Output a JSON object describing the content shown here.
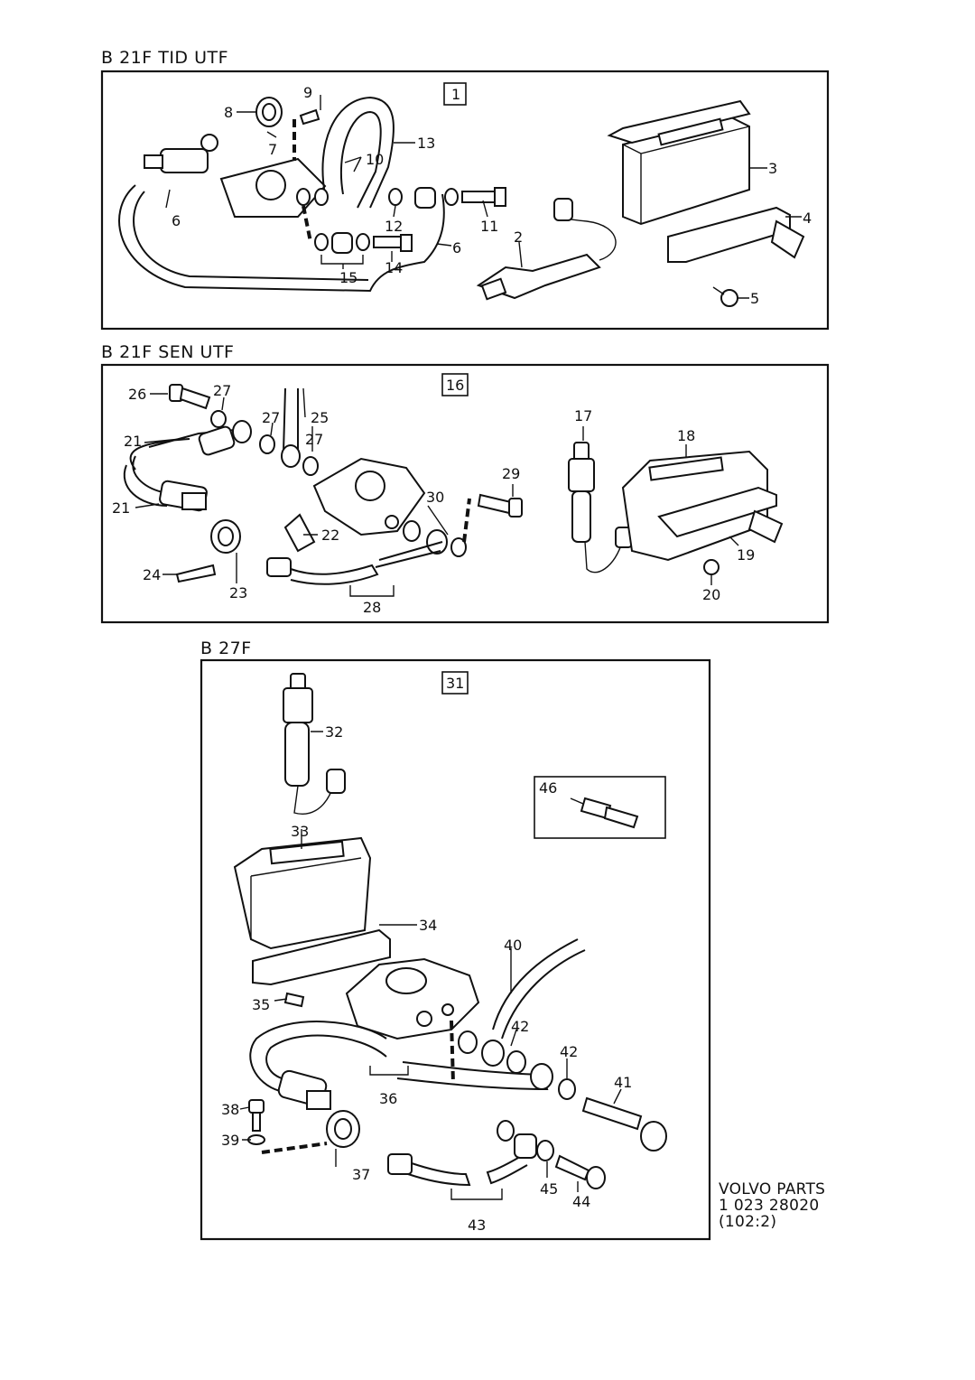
{
  "sections": [
    {
      "title": "B 21F  TID UTF",
      "box_number": "1"
    },
    {
      "title": "B 21F  SEN UTF",
      "box_number": "16"
    },
    {
      "title": "B 27F",
      "box_number": "31"
    }
  ],
  "inset_box_number": "46",
  "callouts": [
    "2",
    "3",
    "4",
    "5",
    "6",
    "6",
    "7",
    "8",
    "9",
    "10",
    "11",
    "12",
    "13",
    "14",
    "15",
    "17",
    "18",
    "19",
    "20",
    "21",
    "21",
    "22",
    "23",
    "24",
    "25",
    "26",
    "27",
    "27",
    "27",
    "28",
    "29",
    "30",
    "32",
    "33",
    "34",
    "35",
    "36",
    "37",
    "38",
    "39",
    "40",
    "41",
    "42",
    "42",
    "43",
    "44",
    "45"
  ],
  "footer": {
    "line1": "VOLVO PARTS",
    "line2": "1 023 28020",
    "line3": "(102:2)"
  }
}
